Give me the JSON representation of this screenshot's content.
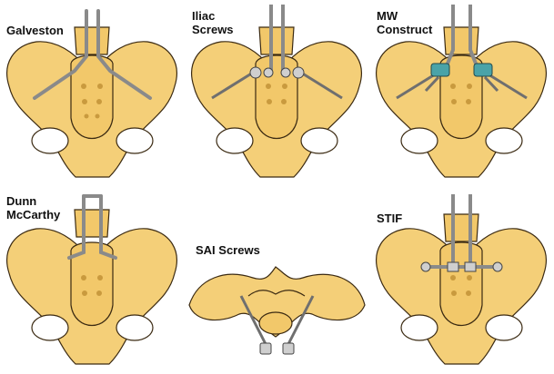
{
  "panels": [
    {
      "id": "galveston",
      "label": "Galveston"
    },
    {
      "id": "iliac",
      "label": "Iliac\nScrews"
    },
    {
      "id": "mw",
      "label": "MW\nConstruct"
    },
    {
      "id": "dunn",
      "label": "Dunn\nMcCarthy"
    },
    {
      "id": "sai",
      "label": "SAI Screws"
    },
    {
      "id": "stif",
      "label": "STIF"
    }
  ],
  "colors": {
    "bone": "#f4cf78",
    "bone_shadow": "#d9a94d",
    "outline": "#3b2a12",
    "rod": "#b9b9b9",
    "implant_blue": "#4aa3a8"
  }
}
